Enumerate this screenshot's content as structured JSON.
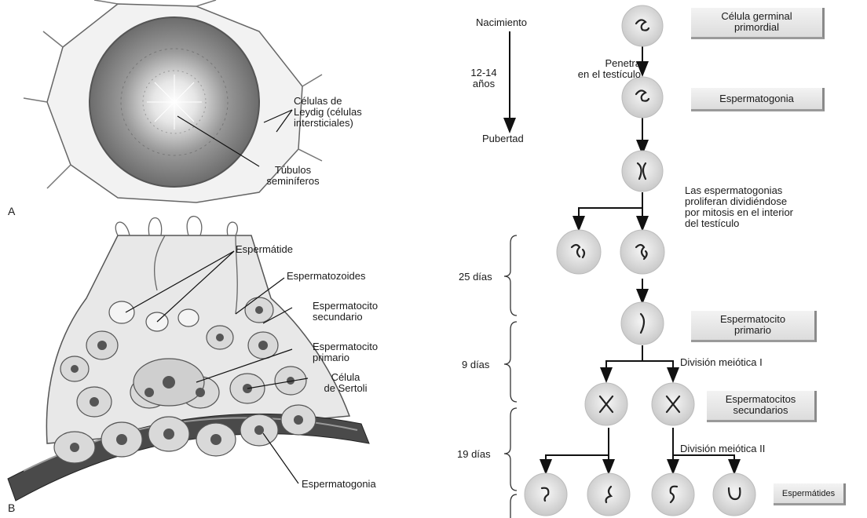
{
  "panel_a": {
    "letter": "A",
    "leydig_label": "Células de\nLeydig (células\nintersticiales)",
    "tubules_label": "Túbulos\nseminíferos"
  },
  "panel_b": {
    "letter": "B",
    "spermatid_label": "Espermátide",
    "spermatozoa_label": "Espermatozoides",
    "secondary_label": "Espermatocito\nsecundario",
    "primary_label": "Espermatocito\nprimario",
    "sertoli_label": "Célula\nde Sertoli",
    "spermatogonia_label": "Espermatogonia"
  },
  "timeline": {
    "birth": "Nacimiento",
    "age": "12-14\naños",
    "puberty": "Pubertad",
    "d25": "25 días",
    "d9": "9 días",
    "d19": "19 días"
  },
  "flow": {
    "primordial": "Célula germinal\nprimordial",
    "enters": "Penetra\nen el testículo",
    "spermatogonia": "Espermatogonia",
    "mitosis": "Las espermatogonias\nproliferan dividiéndose\npor mitosis en el interior\ndel testículo",
    "primary": "Espermatocito\nprimario",
    "meiosis1": "División meiótica I",
    "secondary": "Espermatocitos\nsecundarios",
    "meiosis2": "División meiótica II",
    "spermatids": "Espermátides"
  }
}
